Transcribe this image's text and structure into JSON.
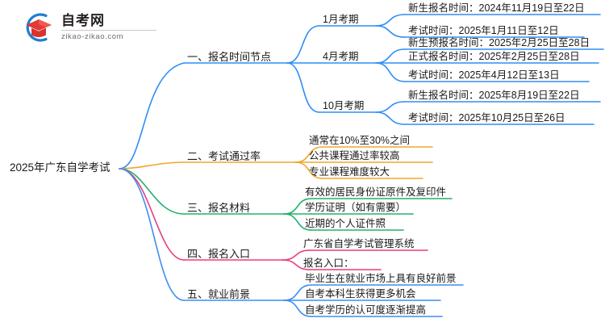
{
  "logo": {
    "name": "自考网",
    "domain": "zikao-zikao.com",
    "arc_color": "#1f7fd0",
    "cap_color": "#e03b35"
  },
  "mindmap": {
    "type": "mindmap",
    "root": "2025年广东自学考试",
    "branches": [
      {
        "label": "一、报名时间节点",
        "color": "#2f8ef4",
        "children": [
          {
            "label": "1月考期",
            "leaves": [
              "新生报名时间：2024年11月19日至22日",
              "考试时间：2025年1月11日至12日"
            ]
          },
          {
            "label": "4月考期",
            "leaves": [
              "新生预报名时间：2025年2月25日至28日",
              "正式报名时间：2025年2月25日至28日",
              "考试时间：2025年4月12日至13日"
            ]
          },
          {
            "label": "10月考期",
            "leaves": [
              "新生报名时间：2025年8月19日至22日",
              "考试时间：2025年10月25日至26日"
            ]
          }
        ]
      },
      {
        "label": "二、考试通过率",
        "color": "#f0a72c",
        "children": [],
        "leaves": [
          "通常在10%至30%之间",
          "公共课程通过率较高",
          "专业课程难度较大"
        ]
      },
      {
        "label": "三、报名材料",
        "color": "#22b06a",
        "children": [],
        "leaves": [
          "有效的居民身份证原件及复印件",
          "学历证明（如有需要）",
          "近期的个人证件照"
        ]
      },
      {
        "label": "四、报名入口",
        "color": "#ea3d7f",
        "children": [],
        "leaves": [
          "广东省自学考试管理系统",
          "报名入口："
        ]
      },
      {
        "label": "五、就业前景",
        "color": "#3d8ef0",
        "children": [],
        "leaves": [
          "毕业生在就业市场上具有良好前景",
          "自考本科生获得更多机会",
          "自考学历的认可度逐渐提高"
        ]
      }
    ]
  }
}
